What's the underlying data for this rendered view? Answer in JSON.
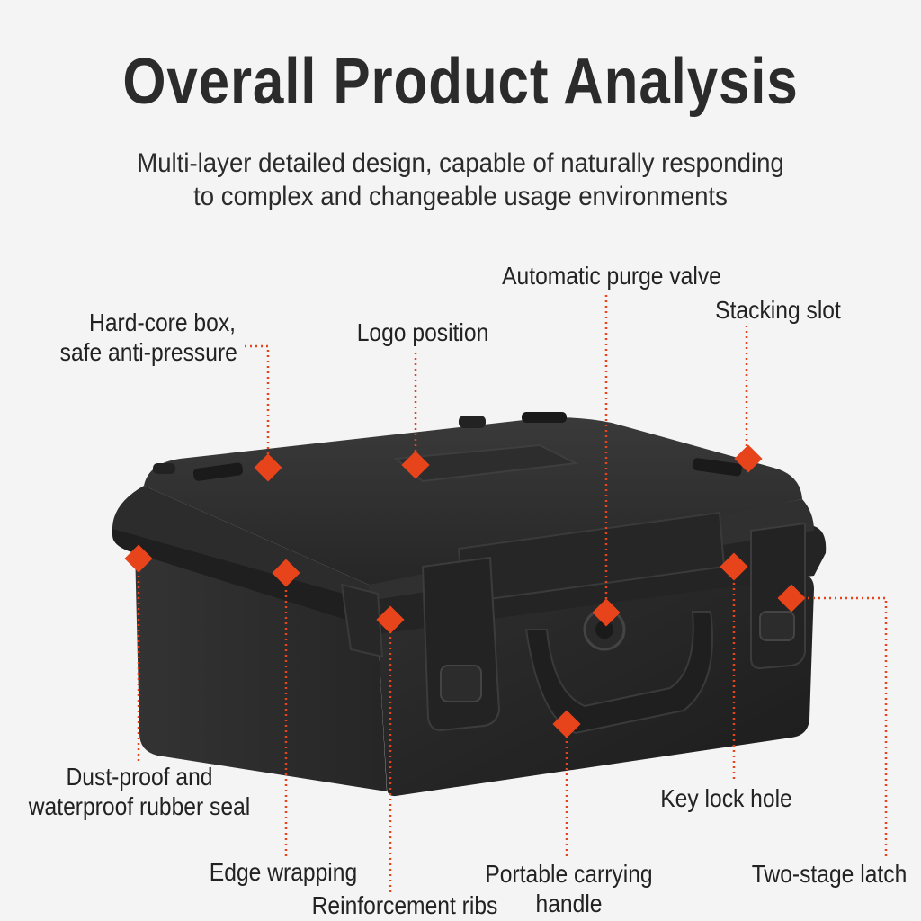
{
  "title": "Overall Product Analysis",
  "subtitle": {
    "line1": "Multi-layer detailed design, capable of naturally responding",
    "line2": "to complex and changeable usage environments"
  },
  "labels": {
    "hard_core_box": {
      "line1": "Hard-core box,",
      "line2": "safe anti-pressure"
    },
    "logo_position": "Logo position",
    "purge_valve": "Automatic purge valve",
    "stacking_slot": "Stacking slot",
    "rubber_seal": {
      "line1": "Dust-proof and",
      "line2": "waterproof rubber seal"
    },
    "edge_wrapping": "Edge wrapping",
    "reinforcement_ribs": "Reinforcement ribs",
    "carrying_handle": {
      "line1": "Portable carrying",
      "line2": "handle"
    },
    "key_lock_hole": "Key lock hole",
    "two_stage_latch": "Two-stage latch"
  },
  "colors": {
    "background": "#f4f4f4",
    "accent_marker": "#e8441c",
    "case_body": "#2a2a2a",
    "text": "#222222"
  },
  "illustration": {
    "subject": "black hard-shell protective carrying case"
  }
}
